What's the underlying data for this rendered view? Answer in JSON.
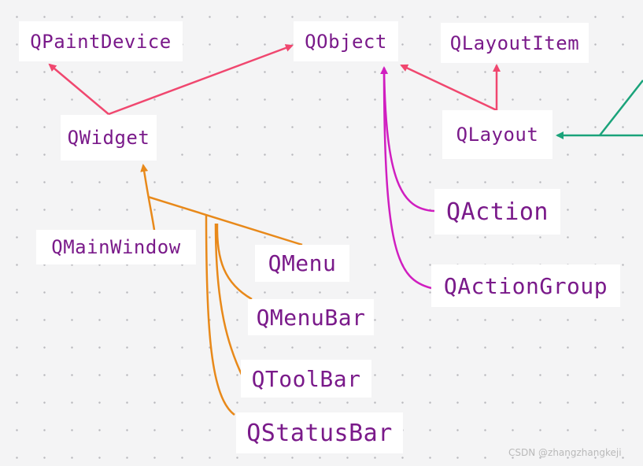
{
  "nodes": {
    "qpaintdevice": "QPaintDevice",
    "qobject": "QObject",
    "qlayoutitem": "QLayoutItem",
    "qwidget": "QWidget",
    "qlayout": "QLayout",
    "qaction": "QAction",
    "qmainwindow": "QMainWindow",
    "qmenu": "QMenu",
    "qmenubar": "QMenuBar",
    "qtoolbar": "QToolBar",
    "qactiongroup": "QActionGroup",
    "qstatusbar": "QStatusBar"
  },
  "edges": [
    {
      "from": "QWidget",
      "to": "QPaintDevice",
      "color": "#f0476f"
    },
    {
      "from": "QWidget",
      "to": "QObject",
      "color": "#f0476f"
    },
    {
      "from": "QLayout",
      "to": "QObject",
      "color": "#f0476f"
    },
    {
      "from": "QLayout",
      "to": "QLayoutItem",
      "color": "#f0476f"
    },
    {
      "from": "QAction",
      "to": "QObject",
      "color": "#d01ec0"
    },
    {
      "from": "QActionGroup",
      "to": "QObject",
      "color": "#d01ec0"
    },
    {
      "from": "QMainWindow",
      "to": "QWidget",
      "color": "#e8891a"
    },
    {
      "from": "QMenu",
      "to": "QWidget",
      "color": "#e8891a"
    },
    {
      "from": "QMenuBar",
      "to": "QWidget",
      "color": "#e8891a"
    },
    {
      "from": "QToolBar",
      "to": "QWidget",
      "color": "#e8891a"
    },
    {
      "from": "QStatusBar",
      "to": "QWidget",
      "color": "#e8891a"
    }
  ],
  "colors": {
    "inherit_red": "#f0476f",
    "inherit_magenta": "#d01ec0",
    "inherit_orange": "#e8891a",
    "green_link": "#1aa37a",
    "text": "#7a1a8a"
  },
  "watermark": "CSDN @zhangzhangkeji"
}
